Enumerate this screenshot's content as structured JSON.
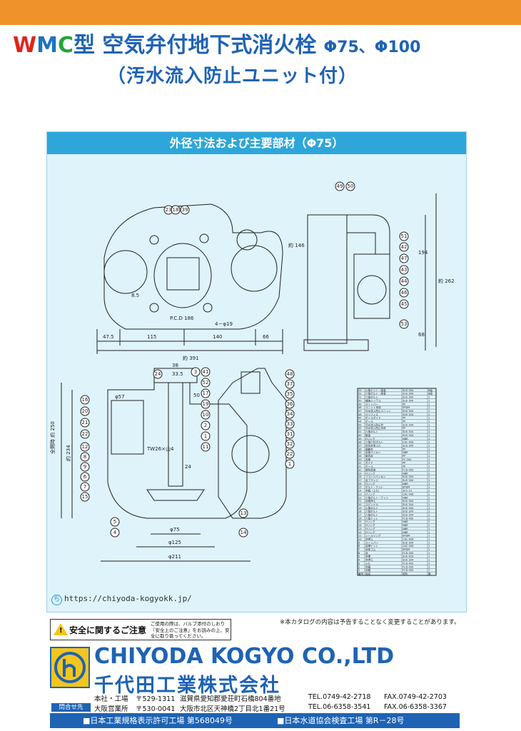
{
  "header": {
    "title_w": "W",
    "title_m": "M",
    "title_c": "C",
    "title_main": "型 空気弁付地下式消火栓",
    "title_size": "Φ75、Φ100",
    "subtitle": "（汚水流入防止ユニット付）"
  },
  "panel": {
    "heading": "外径寸法および主要部材（Φ75）",
    "url": "https://chiyoda-kogyokk.jp/",
    "dimensions": {
      "d1": "47.5",
      "d2": "115",
      "d3": "140",
      "d4": "66",
      "d5": "約 391",
      "d6": "約 146",
      "d7": "8.5",
      "d8": "4－φ19",
      "d9": "194",
      "d10": "約 262",
      "d11": "68",
      "d12": "38",
      "d13": "33.5",
      "d14": "φ57",
      "d15": "50",
      "d16": "TW26×山4",
      "d17": "24",
      "d18": "φ75",
      "d19": "φ125",
      "d20": "φ211",
      "d21": "全開時 約 250",
      "d22": "約 234",
      "d23": "P.C.D 186"
    },
    "callouts_top": [
      "23",
      "18",
      "39",
      "49",
      "50",
      "51",
      "42",
      "47",
      "43",
      "44",
      "46",
      "45",
      "53"
    ],
    "callouts_left": [
      "24",
      "16",
      "20",
      "21",
      "22",
      "12",
      "8",
      "9",
      "6",
      "7",
      "15",
      "5",
      "4"
    ],
    "callouts_mid": [
      "3",
      "41",
      "52",
      "17",
      "19",
      "10",
      "2",
      "1",
      "11",
      "13",
      "14"
    ],
    "callouts_right": [
      "48",
      "37",
      "35",
      "36",
      "34",
      "33",
      "31",
      "32",
      "22",
      "1"
    ],
    "parts_table": {
      "headers": [
        "番号",
        "品名",
        "材料",
        "数"
      ],
      "rows": [
        [
          "53",
          "六角ナット・座金",
          "SUS 304",
          "8組"
        ],
        [
          "52",
          "六角ボルト・座金",
          "SUS 304",
          "8組"
        ],
        [
          "51",
          "六角ボルト",
          "SUS 304",
          "1"
        ],
        [
          "50",
          "補強ミッテル",
          "SUS 304",
          "1"
        ],
        [
          "49",
          "ストッパー",
          "PP",
          "1"
        ],
        [
          "48",
          "ユニット本体",
          "EPDM",
          "1"
        ],
        [
          "47",
          "汚水流入防止ユニット",
          "SUS 304",
          "1"
        ],
        [
          "46",
          "オリフィス",
          "SUS 304",
          "1"
        ],
        [
          "45",
          "ボールガイド",
          "PP",
          "1"
        ],
        [
          "44",
          "ボール",
          "PP",
          "1"
        ],
        [
          "43",
          "汚水流入防止弁",
          "SUS 304",
          "1"
        ],
        [
          "42",
          "汚水流入防止本体",
          "PP",
          "1"
        ],
        [
          "41",
          "六角ボルト",
          "SUS 304",
          "1"
        ],
        [
          "40",
          "座金",
          "SUS 304",
          "1"
        ],
        [
          "39",
          "Oリング",
          "NBR",
          "1"
        ],
        [
          "38",
          "六角穴付ボルト",
          "CAC 406",
          "1"
        ],
        [
          "37",
          "空気弁用ふた",
          "SUS 304",
          "1"
        ],
        [
          "36",
          "遊動弁",
          "PP",
          "1"
        ],
        [
          "35",
          "弁座パッキン",
          "NBR",
          "1"
        ],
        [
          "34",
          "案内弁",
          "PP",
          "1"
        ],
        [
          "33",
          "弁座",
          "FC 200",
          "1"
        ],
        [
          "32",
          "ガイド",
          "PP",
          "1"
        ],
        [
          "31",
          "ボール",
          "PP",
          "1"
        ],
        [
          "30",
          "緑色塗装",
          "FCD 450",
          "1"
        ],
        [
          "29",
          "Oリング",
          "NBR",
          "1"
        ],
        [
          "28",
          "フランジパッキン",
          "SUS 304",
          "1"
        ],
        [
          "27",
          "合フランジ",
          "SUS 304",
          "1"
        ],
        [
          "26",
          "Oリング",
          "NBR",
          "1"
        ],
        [
          "25",
          "ボルト・ナット",
          "EPDM",
          "1"
        ],
        [
          "24",
          "弁箱（ふた）",
          "SCS 13",
          "1"
        ],
        [
          "23",
          "Oリング",
          "CAC 406",
          "1"
        ],
        [
          "22",
          "六角ボルト・ナット",
          "NBR",
          "1"
        ],
        [
          "21",
          "弁座押え",
          "SUS 304",
          "1"
        ],
        [
          "20",
          "スピンドル",
          "SUS 304",
          "1"
        ],
        [
          "19",
          "六角ボルト",
          "SUS 304",
          "1"
        ],
        [
          "18",
          "六角ボルト",
          "SUS 304",
          "1"
        ],
        [
          "17",
          "六角ボルト",
          "SUS 304",
          "1"
        ],
        [
          "16",
          "六角ナット",
          "FCD 450",
          "1"
        ],
        [
          "15",
          "Oリング",
          "NBR",
          "1"
        ],
        [
          "14",
          "Oリング",
          "NBR",
          "1"
        ],
        [
          "13",
          "Oリング",
          "NBR",
          "1"
        ],
        [
          "12",
          "Oリング",
          "NBR",
          "1"
        ],
        [
          "11",
          "シールリング",
          "EPDM",
          "1"
        ],
        [
          "10",
          "弁押え",
          "CAC 406",
          "1"
        ],
        [
          "9",
          "ストッパー",
          "SUS 304",
          "1"
        ],
        [
          "8",
          "弁棒ナット",
          "CAC 406",
          "1"
        ],
        [
          "7",
          "弁体ゴム",
          "EPDM",
          "1"
        ],
        [
          "6",
          "弁",
          "FCD 450",
          "1"
        ],
        [
          "5",
          "弁棒",
          "SUS 403",
          "1"
        ],
        [
          "4",
          "弁押え",
          "SUS 304",
          "1"
        ],
        [
          "3",
          "ふた",
          "FCD 450",
          "1"
        ],
        [
          "2",
          "弁箱",
          "FCD 450",
          "1"
        ],
        [
          "1",
          "弁箱",
          "FCD 450",
          "1"
        ]
      ]
    }
  },
  "notice": "※本カタログの内容は予告することなく変更することがあります。",
  "safety": {
    "label": "安全に関するご注意",
    "text": "ご使用の際は、バルブ添付のしおり『安全上のご注意』をお読みの上、安全に取り扱ってください。"
  },
  "company": {
    "name_en": "CHIYODA KOGYO CO.,LTD",
    "name_jp": "千代田工業株式会社",
    "hq_label": "本社・工場",
    "hq_zip": "〒529-1311",
    "hq_addr": "滋賀県愛知郡愛荘町石橋804番地",
    "hq_tel": "TEL.0749-42-2718",
    "hq_fax": "FAX.0749-42-2703",
    "inquiry_label": "問合せ先",
    "osaka_label": "大阪営業所",
    "osaka_zip": "〒530-0041",
    "osaka_addr": "大阪市北区天神橋2丁目北1番21号",
    "osaka_tel": "TEL.06-6358-3541",
    "osaka_fax": "FAX.06-6358-3367",
    "cert1": "■日本工業規格表示許可工場 第568049号",
    "cert2": "■日本水道協会検査工場 第R－28号"
  },
  "colors": {
    "top_bar": "#f0922a",
    "brand_blue": "#1e63b4",
    "panel_header": "#2ea6d9",
    "panel_bg": "#dff3fb"
  }
}
